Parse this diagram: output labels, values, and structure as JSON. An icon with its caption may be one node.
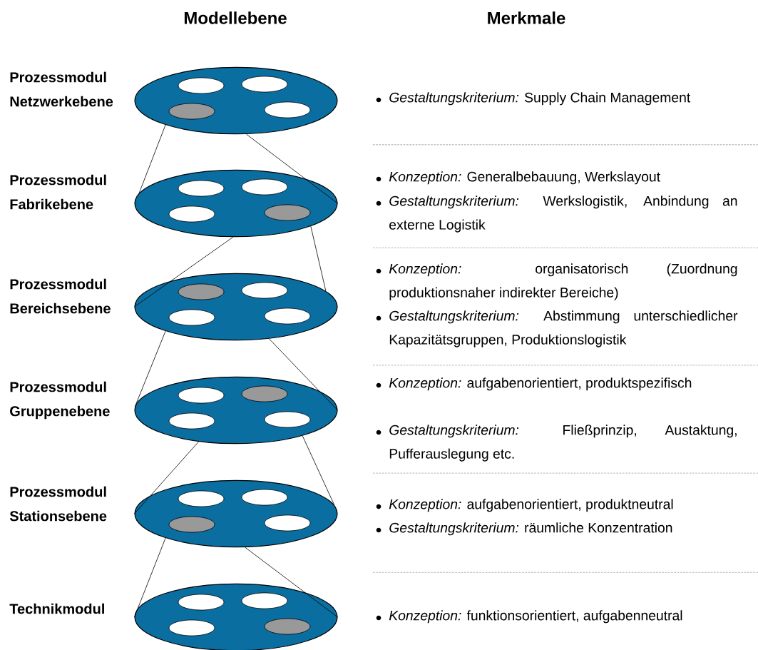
{
  "diagram": {
    "nodes": [
      {
        "text": [
          "Prozessmodul Netzwerkebene"
        ]
      },
      {
        "text": [
          "Prozessmodul Fabrikebene"
        ]
      },
      {
        "text": [
          "Prozessmodul Bereichsebene"
        ]
      },
      {
        "text": [
          "Prozessmodul Gruppenebene"
        ]
      },
      {
        "text": [
          "Prozessmodul Stationsebene"
        ]
      },
      {
        "text": [
          "Technikmodul"
        ]
      }
    ],
    "edges": [
      {
        "from": 0,
        "to": 1,
        "arrow": "none"
      },
      {
        "from": 0,
        "to": 1,
        "arrow": "none"
      },
      {
        "from": 1,
        "to": 2,
        "arrow": "none"
      },
      {
        "from": 1,
        "to": 2,
        "arrow": "none"
      },
      {
        "from": 2,
        "to": 3,
        "arrow": "none"
      },
      {
        "from": 2,
        "to": 3,
        "arrow": "none"
      },
      {
        "from": 3,
        "to": 4,
        "arrow": "none"
      },
      {
        "from": 3,
        "to": 4,
        "arrow": "none"
      },
      {
        "from": 4,
        "to": 5,
        "arrow": "none"
      },
      {
        "from": 4,
        "to": 5,
        "arrow": "none"
      }
    ],
    "labels": [
      "Modellebene",
      "Merkmale",
      "*Gestaltungskriterium:* Supply Chain Management",
      "*Konzeption:* Generalbebauung, Werkslayout",
      "*Gestaltungskriterium:* Werkslogistik, Anbindung an externe Logistik",
      "*Konzeption:* organisatorisch (Zuordnung produktionsnaher indirekter Bereiche)",
      "*Gestaltungskriterium:* Abstimmung unterschiedlicher Kapazitätsgruppen, Produktionslogistik",
      "*Konzeption:* aufgabenorientiert, produktspezifisch",
      "*Gestaltungskriterium:* Fließprinzip, Austaktung, Pufferauslegung etc.",
      "*Konzeption:* aufgabenorientiert, produktneutral",
      "*Gestaltungskriterium:* räumliche Konzentration",
      "*Konzeption:* funktionsorientiert, aufgabenneutral"
    ]
  }
}
